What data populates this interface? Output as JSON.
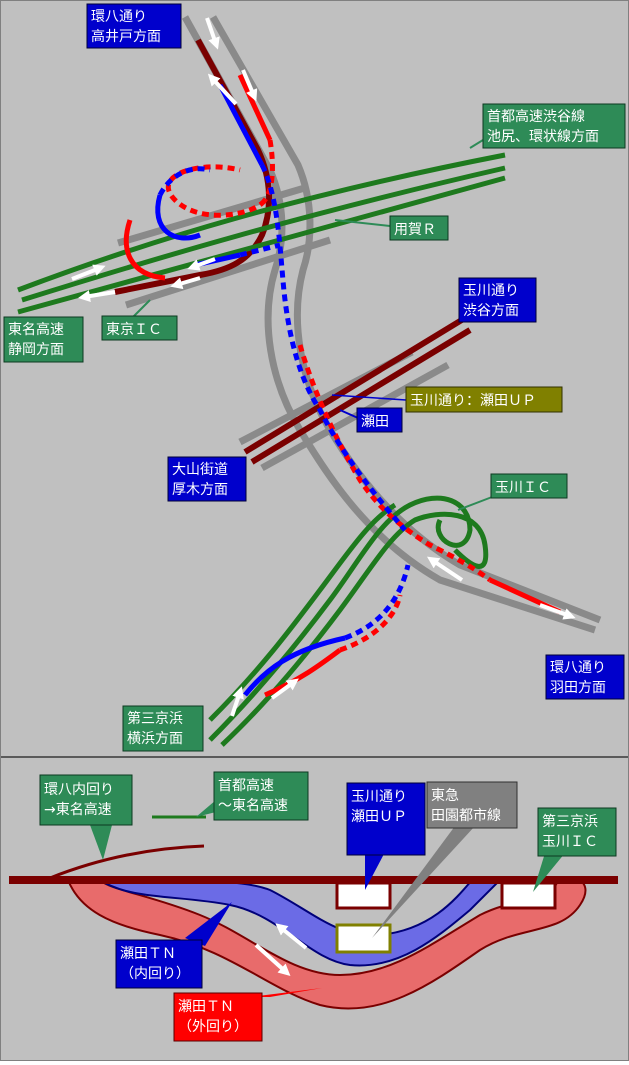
{
  "colors": {
    "background": "#c0c0c0",
    "highway_green": "#1e7a1e",
    "road_gray": "#8a8a8a",
    "road_maroon": "#7a0000",
    "route_red": "#ff0000",
    "route_blue": "#0000ff",
    "tunnel_blue": "#6b6be6",
    "tunnel_red": "#e86b6b",
    "label_blue": "#0000cc",
    "label_green": "#2e8b57",
    "label_olive": "#808000",
    "label_gray": "#808080",
    "label_red": "#ff0000"
  },
  "top_map": {
    "labels": {
      "kanpachi_takaido": [
        "環八通り",
        "高井戸方面"
      ],
      "shuto_shibuya": [
        "首都高速渋谷線",
        "池尻、環状線方面"
      ],
      "yoga_r": [
        "用賀Ｒ"
      ],
      "tomei_shizuoka": [
        "東名高速",
        "静岡方面"
      ],
      "tokyo_ic": [
        "東京ＩＣ"
      ],
      "tamagawa_shibuya": [
        "玉川通り",
        "渋谷方面"
      ],
      "tamagawa_seta_up": [
        "玉川通り：瀬田ＵＰ"
      ],
      "seta": [
        "瀬田"
      ],
      "oyama_atsugi": [
        "大山街道",
        "厚木方面"
      ],
      "tamagawa_ic": [
        "玉川ＩＣ"
      ],
      "kanpachi_haneda": [
        "環八通り",
        "羽田方面"
      ],
      "daisan_keihin": [
        "第三京浜",
        "横浜方面"
      ]
    }
  },
  "bottom_section": {
    "labels": {
      "kanpachi_inner_tomei": [
        "環八内回り",
        "→東名高速"
      ],
      "shuto_tomei": [
        "首都高速",
        "～東名高速"
      ],
      "tamagawa_seta_up": [
        "玉川通り",
        "瀬田ＵＰ"
      ],
      "tokyu_denentoshi": [
        "東急",
        "田園都市線"
      ],
      "daisan_tamagawa_ic": [
        "第三京浜",
        "玉川ＩＣ"
      ],
      "seta_tn_inner": [
        "瀬田ＴＮ",
        "（内回り）"
      ],
      "seta_tn_outer": [
        "瀬田ＴＮ",
        "（外回り）"
      ]
    }
  }
}
